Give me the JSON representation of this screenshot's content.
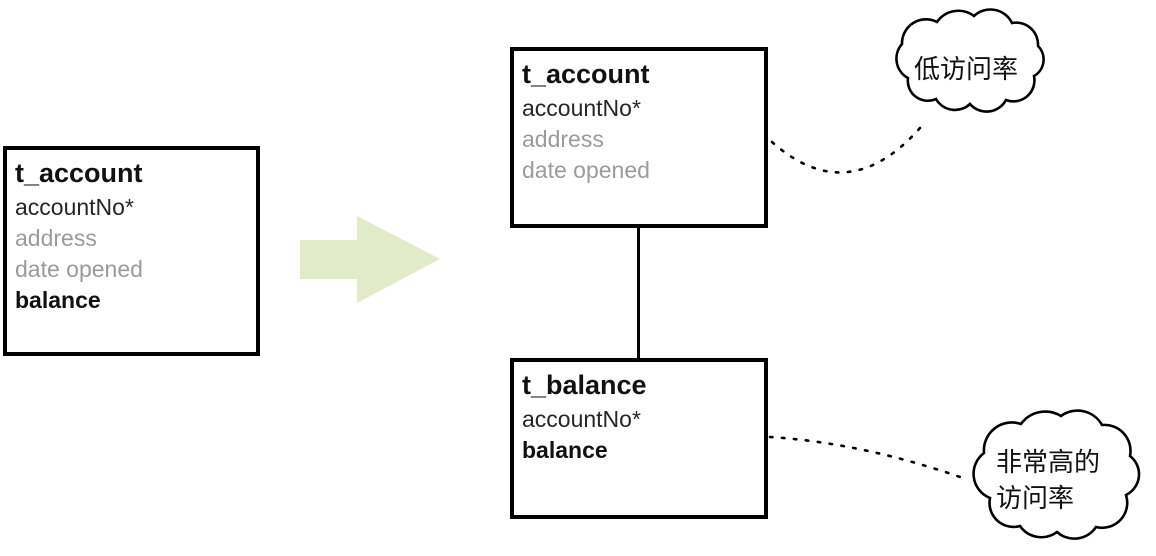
{
  "colors": {
    "background": "#ffffff",
    "outline": "#000000",
    "arrow_fill": "#e3eac9",
    "muted_text": "#9b9b9b",
    "text": "#111111"
  },
  "tables": {
    "original": {
      "title": "t_account",
      "rows": [
        {
          "text": "accountNo*",
          "emphasis": "normal"
        },
        {
          "text": "address",
          "emphasis": "muted"
        },
        {
          "text": "date opened",
          "emphasis": "muted"
        },
        {
          "text": "balance",
          "emphasis": "bold"
        }
      ]
    },
    "account_split": {
      "title": "t_account",
      "rows": [
        {
          "text": "accountNo*",
          "emphasis": "normal"
        },
        {
          "text": "address",
          "emphasis": "muted"
        },
        {
          "text": "date opened",
          "emphasis": "muted"
        }
      ]
    },
    "balance_split": {
      "title": "t_balance",
      "rows": [
        {
          "text": "accountNo*",
          "emphasis": "normal"
        },
        {
          "text": "balance",
          "emphasis": "bold"
        }
      ]
    }
  },
  "annotations": {
    "low_access": {
      "text": "低访问率"
    },
    "high_access": {
      "line1": "非常高的",
      "line2": "访问率"
    }
  },
  "icons": {
    "transform_arrow": "right-block-arrow",
    "low_access_cloud": "cloud-bubble",
    "high_access_cloud": "cloud-bubble"
  }
}
